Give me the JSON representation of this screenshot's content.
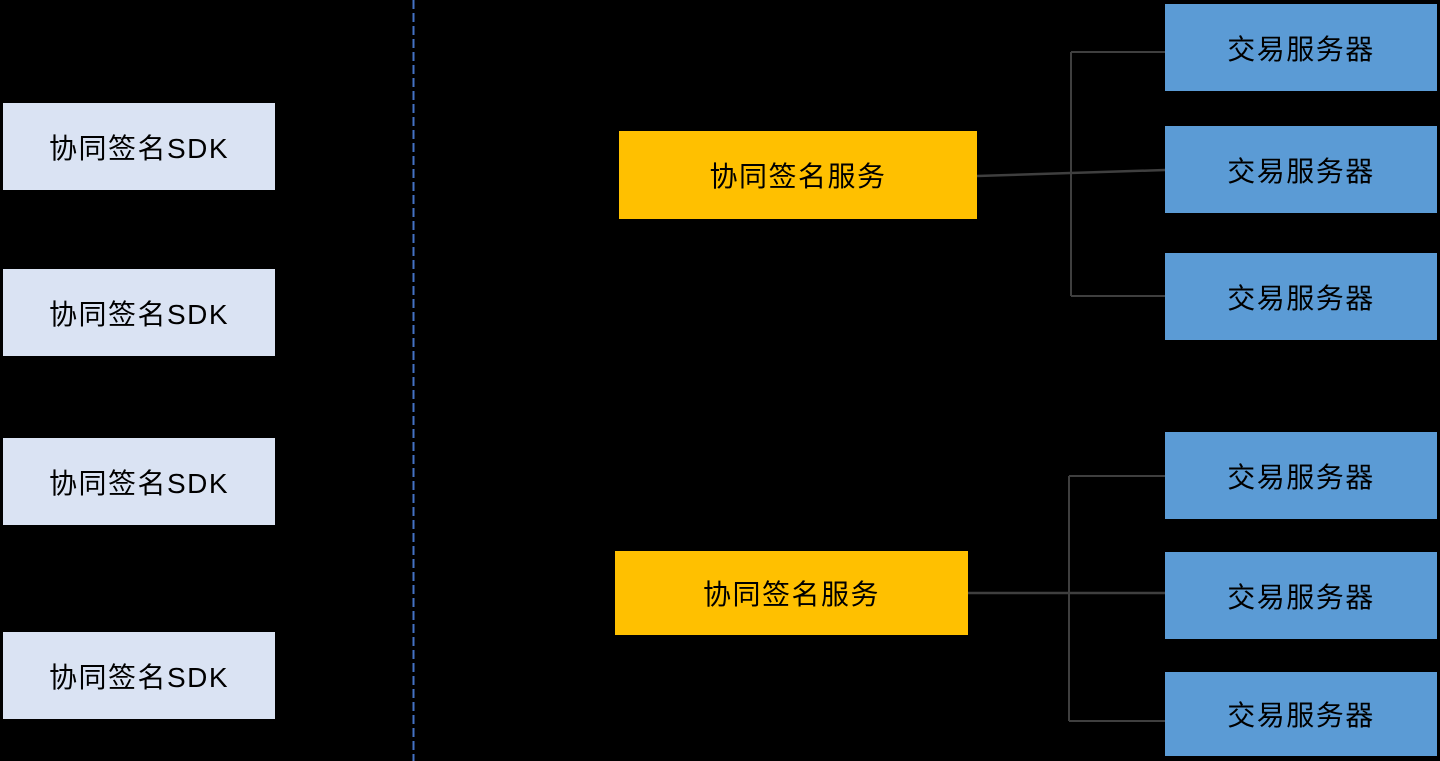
{
  "colors": {
    "background": "#000000",
    "sdk_box_fill": "#DAE3F3",
    "service_box_fill": "#FFC000",
    "server_box_fill": "#5B9BD5",
    "divider_line": "#4472C4",
    "connector_line": "#3F3F3F",
    "label_text": "#000000"
  },
  "sdk_boxes": [
    {
      "label": "协同签名SDK"
    },
    {
      "label": "协同签名SDK"
    },
    {
      "label": "协同签名SDK"
    },
    {
      "label": "协同签名SDK"
    }
  ],
  "service_boxes": [
    {
      "label": "协同签名服务"
    },
    {
      "label": "协同签名服务"
    }
  ],
  "server_boxes": [
    {
      "label": "交易服务器"
    },
    {
      "label": "交易服务器"
    },
    {
      "label": "交易服务器"
    },
    {
      "label": "交易服务器"
    },
    {
      "label": "交易服务器"
    },
    {
      "label": "交易服务器"
    }
  ]
}
